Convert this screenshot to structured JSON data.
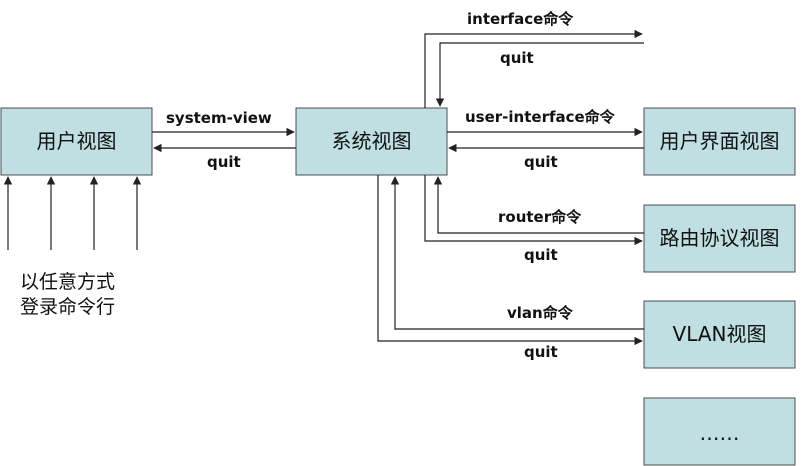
{
  "nodes": {
    "user_view": "用户视图",
    "system_view": "系统视图",
    "user_interface_view": "用户界面视图",
    "routing_protocol_view": "路由协议视图",
    "vlan_view": "VLAN视图",
    "more_views": "……"
  },
  "edges": {
    "system_view_cmd": "system-view",
    "quit_to_user": "quit",
    "interface_cmd": "interface命令",
    "quit_from_interface": "quit",
    "user_interface_cmd": "user-interface命令",
    "quit_from_user_interface": "quit",
    "router_cmd": "router命令",
    "quit_from_router": "quit",
    "vlan_cmd": "vlan命令",
    "quit_from_vlan": "quit"
  },
  "login_note": {
    "line1": "以任意方式",
    "line2": "登录命令行"
  },
  "colors": {
    "box_fill": "#bfdfe3",
    "box_stroke": "#4d4d4d",
    "line": "#222222"
  }
}
